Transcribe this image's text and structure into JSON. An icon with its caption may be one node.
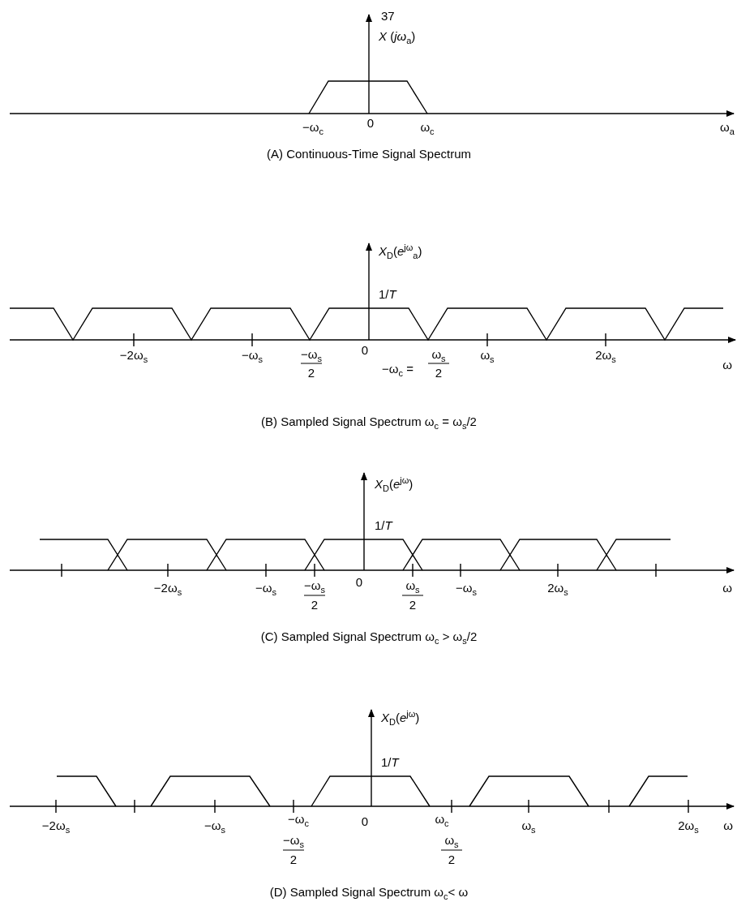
{
  "diagram": {
    "labels": [
      "37",
      "*X* (*jω*$_{a}$)",
      "−ω$_{c}$",
      "0",
      "ω$_{c}$",
      "ω$_{a}$",
      "(A) Continuous-Time Signal Spectrum",
      "*X*$_{D}$(*e*$^{jω}$$_{a}$)",
      "1/*T*",
      "−2ω$_{s}$",
      "−ω$_{s}$",
      "−ω$_{s}$",
      "2",
      "0",
      "−ω$_{c}$ =",
      "ω$_{s}$",
      "2",
      "ω$_{s}$",
      "2ω$_{s}$",
      "ω",
      "(B) Sampled Signal Spectrum ω$_{c}$ = ω$_{s}$/2",
      "*X*$_{D}$(*e*$^{jω}$)",
      "1/*T*",
      "−2ω$_{s}$",
      "−ω$_{s}$",
      "−ω$_{s}$",
      "2",
      "0",
      "ω$_{s}$",
      "2",
      "−ω$_{s}$",
      "2ω$_{s}$",
      "ω",
      "(C) Sampled Signal Spectrum ω$_{c}$ > ω$_{s}$/2",
      "*X*$_{D}$(*e*$^{jω}$)",
      "1/*T*",
      "−2ω$_{s}$",
      "−ω$_{s}$",
      "−ω$_{c}$",
      "0",
      "ω$_{c}$",
      "ω$_{s}$",
      "2ω$_{s}$",
      "ω",
      "−ω$_{s}$",
      "2",
      "ω$_{s}$",
      "2",
      "(D) Sampled Signal Spectrum ω$_{c}$< ω"
    ]
  }
}
